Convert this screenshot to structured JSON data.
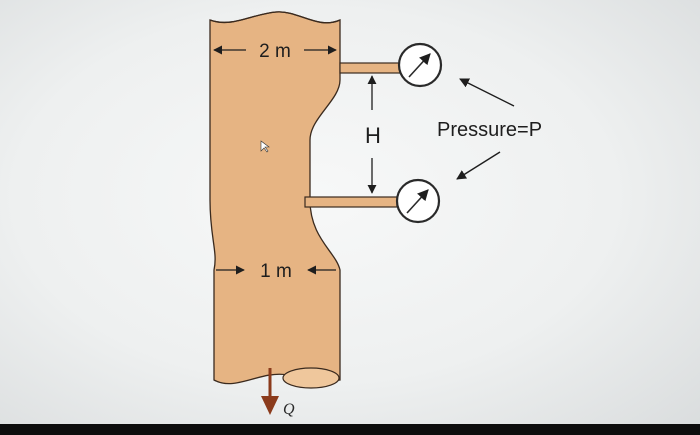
{
  "diagram": {
    "top_width_label": "2 m",
    "throat_width_label": "1 m",
    "height_label": "H",
    "pressure_label": "Pressure=P",
    "flow_label": "Q"
  },
  "colors": {
    "pipe_fill": "#e6b483",
    "pipe_stroke": "#3a2a1e",
    "flow_arrow": "#8b3b1c",
    "gauge_fill": "#ffffff"
  },
  "icons": [
    "pressure-gauge-icon",
    "flow-arrow-icon",
    "mouse-cursor-icon"
  ]
}
